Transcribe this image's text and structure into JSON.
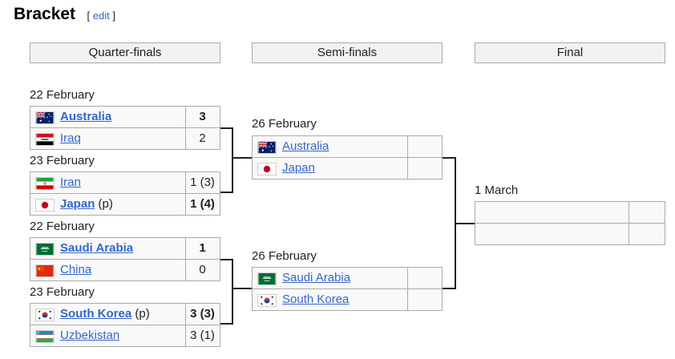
{
  "heading": {
    "title": "Bracket",
    "edit_open": "[",
    "edit_link": "edit",
    "edit_close": "]"
  },
  "rounds": {
    "qf": "Quarter-finals",
    "sf": "Semi-finals",
    "final": "Final"
  },
  "qf": [
    {
      "date": "22 February",
      "team1": {
        "name": "Australia",
        "suffix": "",
        "score": "3",
        "winner": true
      },
      "team2": {
        "name": "Iraq",
        "suffix": "",
        "score": "2",
        "winner": false
      }
    },
    {
      "date": "23 February",
      "team1": {
        "name": "Iran",
        "suffix": "",
        "score": "1 (3)",
        "winner": false
      },
      "team2": {
        "name": "Japan",
        "suffix": "(p)",
        "score": "1 (4)",
        "winner": true
      }
    },
    {
      "date": "22 February",
      "team1": {
        "name": "Saudi Arabia",
        "suffix": "",
        "score": "1",
        "winner": true
      },
      "team2": {
        "name": "China",
        "suffix": "",
        "score": "0",
        "winner": false
      }
    },
    {
      "date": "23 February",
      "team1": {
        "name": "South Korea",
        "suffix": "(p)",
        "score": "3 (3)",
        "winner": true
      },
      "team2": {
        "name": "Uzbekistan",
        "suffix": "",
        "score": "3 (1)",
        "winner": false
      }
    }
  ],
  "sf": [
    {
      "date": "26 February",
      "team1": "Australia",
      "team2": "Japan"
    },
    {
      "date": "26 February",
      "team1": "Saudi Arabia",
      "team2": "South Korea"
    }
  ],
  "final": {
    "date": "1 March"
  },
  "flags": {
    "australia": "australia-flag-icon",
    "iraq": "iraq-flag-icon",
    "iran": "iran-flag-icon",
    "japan": "japan-flag-icon",
    "saudi_arabia": "saudi-arabia-flag-icon",
    "china": "china-flag-icon",
    "south_korea": "south-korea-flag-icon",
    "uzbekistan": "uzbekistan-flag-icon"
  },
  "colors": {
    "link": "#3366cc",
    "cell_bg": "#f9f9f9",
    "header_bg": "#f2f2f2",
    "border": "#aaaaaa"
  }
}
